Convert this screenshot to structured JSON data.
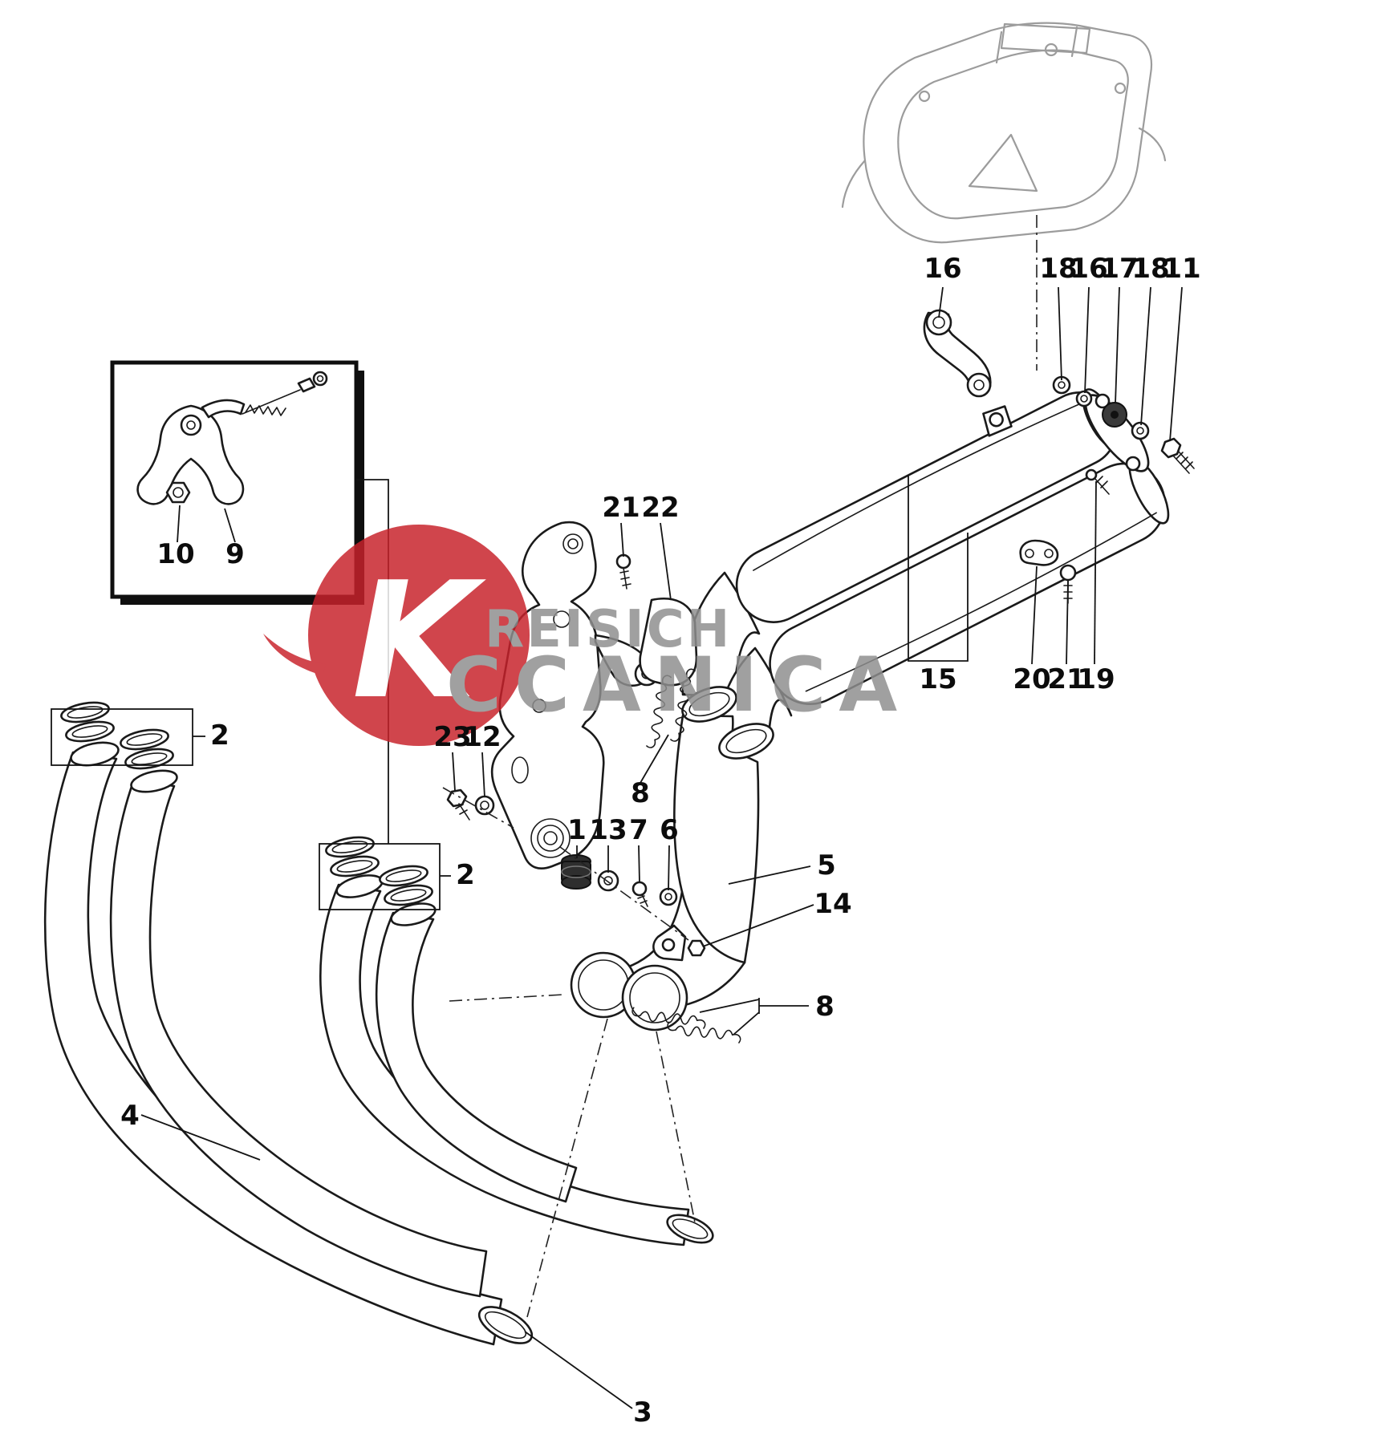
{
  "colors": {
    "background": "#ffffff",
    "line": "#1a1a1a",
    "secondary_gray": "#9c9c9c",
    "watermark_red": "#c8222b",
    "watermark_gray": "#8f8f8f"
  },
  "watermark": {
    "logo_letter": "K",
    "line1": "REISICH",
    "line2": "CCANICA"
  },
  "callouts": [
    {
      "label": "16"
    },
    {
      "label": "18"
    },
    {
      "label": "16"
    },
    {
      "label": "17"
    },
    {
      "label": "18"
    },
    {
      "label": "11"
    },
    {
      "label": "21"
    },
    {
      "label": "22"
    },
    {
      "label": "10"
    },
    {
      "label": "9"
    },
    {
      "label": "15"
    },
    {
      "label": "20"
    },
    {
      "label": "21"
    },
    {
      "label": "19"
    },
    {
      "label": "2"
    },
    {
      "label": "8"
    },
    {
      "label": "23"
    },
    {
      "label": "12"
    },
    {
      "label": "1"
    },
    {
      "label": "13"
    },
    {
      "label": "7"
    },
    {
      "label": "6"
    },
    {
      "label": "2"
    },
    {
      "label": "5"
    },
    {
      "label": "14"
    },
    {
      "label": "8"
    },
    {
      "label": "4"
    },
    {
      "label": "3"
    }
  ]
}
